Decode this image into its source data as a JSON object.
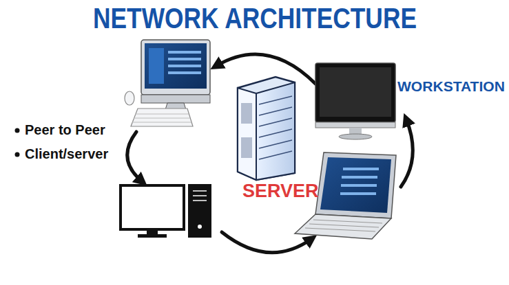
{
  "diagram": {
    "title": "NETWORK ARCHITECTURE",
    "labels": [
      "Peer to Peer",
      "Client/server",
      "WORKSTATION",
      "SERVER"
    ]
  }
}
